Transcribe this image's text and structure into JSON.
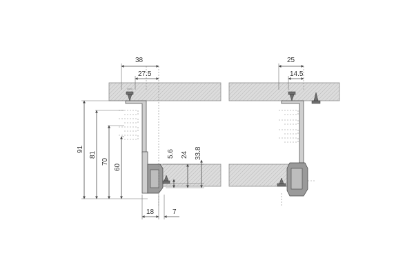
{
  "drawing": {
    "left_view": {
      "top_dims": [
        "38",
        "27.5"
      ],
      "vertical_dims": [
        "91",
        "81",
        "70",
        "60"
      ],
      "rail_dims": [
        "5.6",
        "24",
        "33.8"
      ],
      "bottom_dims": [
        "18",
        "7"
      ]
    },
    "right_view": {
      "top_dims": [
        "25",
        "14.5"
      ]
    }
  }
}
